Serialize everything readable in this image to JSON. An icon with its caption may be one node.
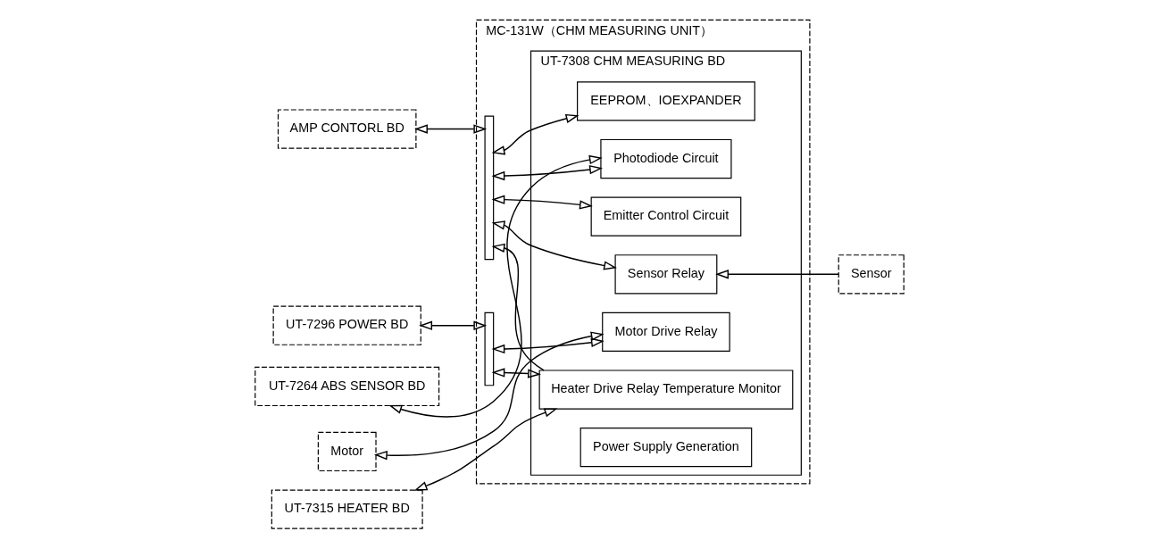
{
  "diagram": {
    "nodes": [
      {
        "text": [
          "MC-131W（CHM MEASURING UNIT）"
        ]
      },
      {
        "text": [
          "UT-7308 CHM MEASURING BD"
        ],
        "in": 0
      },
      {
        "text": [],
        "shape": "bar",
        "in": 0
      },
      {
        "text": [],
        "shape": "bar",
        "in": 0
      },
      {
        "text": [
          "EEPROM、IOEXPANDER"
        ],
        "in": 1
      },
      {
        "text": [
          "Photodiode Circuit"
        ],
        "in": 1
      },
      {
        "text": [
          "Emitter Control Circuit"
        ],
        "in": 1
      },
      {
        "text": [
          "Sensor Relay"
        ],
        "in": 1
      },
      {
        "text": [
          "Motor Drive Relay"
        ],
        "in": 1
      },
      {
        "text": [
          "Heater Drive Relay Temperature Monitor"
        ],
        "in": 1
      },
      {
        "text": [
          "Power Supply Generation"
        ],
        "in": 1
      },
      {
        "text": [
          "AMP CONTORL BD"
        ]
      },
      {
        "text": [
          "UT-7264 ABS SENSOR BD"
        ]
      },
      {
        "text": [
          "Sensor"
        ]
      },
      {
        "text": [
          "UT-7296 POWER BD"
        ]
      },
      {
        "text": [
          "UT-7315 HEATER BD"
        ]
      },
      {
        "text": [
          "Motor"
        ]
      }
    ],
    "edges": [
      {
        "from": 11,
        "to": 2,
        "arrow": "both"
      },
      {
        "from": 2,
        "to": 4,
        "arrow": "both"
      },
      {
        "from": 2,
        "to": 5,
        "arrow": "both"
      },
      {
        "from": 5,
        "to": 12,
        "arrow": "both"
      },
      {
        "from": 2,
        "to": 6,
        "arrow": "both"
      },
      {
        "from": 2,
        "to": 7,
        "arrow": "both"
      },
      {
        "from": 13,
        "to": 7,
        "arrow": "to"
      },
      {
        "from": 9,
        "to": 2,
        "arrow": "to"
      },
      {
        "from": 14,
        "to": 3,
        "arrow": "both"
      },
      {
        "from": 3,
        "to": 8,
        "arrow": "both"
      },
      {
        "from": 3,
        "to": 9,
        "arrow": "both"
      },
      {
        "from": 8,
        "to": 16,
        "arrow": "both"
      },
      {
        "from": 9,
        "to": 15,
        "arrow": "both"
      }
    ]
  }
}
